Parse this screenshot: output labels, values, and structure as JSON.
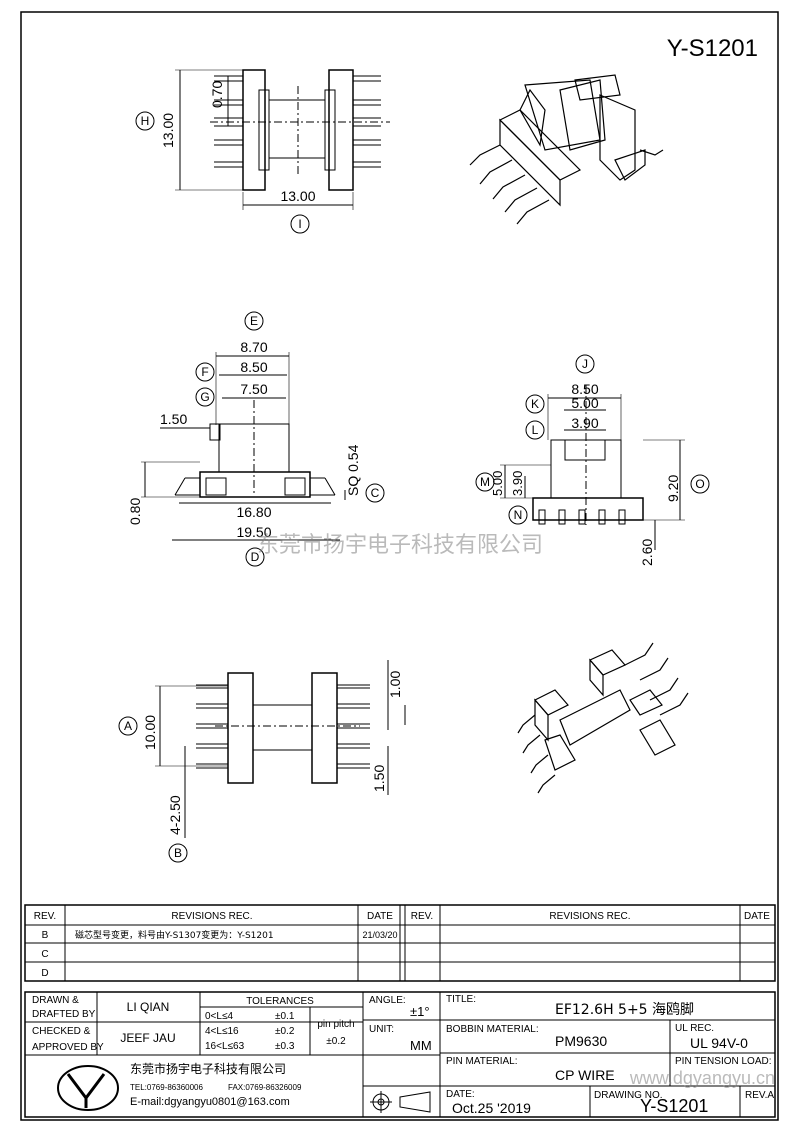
{
  "title_corner": "Y-S1201",
  "dims": {
    "top_view": {
      "h_label": "H",
      "h_value": "13.00",
      "pin_pitch": "0.70",
      "i_label": "I",
      "i_value": "13.00"
    },
    "front_view": {
      "e_label": "E",
      "e_value": "8.70",
      "f_label": "F",
      "f_value": "8.50",
      "g_label": "G",
      "g_value": "7.50",
      "flange": "1.50",
      "width": "16.80",
      "sq": "SQ 0.54",
      "c_label": "C",
      "height": "0.80",
      "total": "19.50",
      "d_label": "D"
    },
    "side_view": {
      "j_label": "J",
      "j_value": "8.50",
      "k_label": "K",
      "k_value": "5.00",
      "l_label": "L",
      "l_value": "3.90",
      "m_label": "M",
      "m_value": "5.00",
      "m_value2": "3.90",
      "n_label": "N",
      "o_label": "O",
      "o_value": "9.20",
      "pin_len": "2.60"
    },
    "bottom_view": {
      "a_label": "A",
      "a_value": "10.00",
      "spacing": "1.00",
      "pin_spacing": "1.50",
      "b_label": "B",
      "b_value": "4-2.50"
    }
  },
  "watermark": {
    "company": "东莞市扬宇电子科技有限公司",
    "url": "www.dgyangyu.cn"
  },
  "revisions": {
    "headers": {
      "rev": "REV.",
      "revisions": "REVISIONS  REC.",
      "date": "DATE"
    },
    "rows": [
      {
        "rev": "B",
        "text": "磁芯型号变更，料号由Y-S1307变更为：Y-S1201",
        "date": "21/03/20"
      },
      {
        "rev": "C",
        "text": "",
        "date": ""
      },
      {
        "rev": "D",
        "text": "",
        "date": ""
      }
    ]
  },
  "title_block": {
    "drawn_label_1": "DRAWN &",
    "drawn_label_2": "DRAFTED BY",
    "drawn_value": "LI QIAN",
    "checked_label_1": "CHECKED &",
    "checked_label_2": "APPROVED BY",
    "checked_value": "JEEF JAU",
    "tolerances_label": "TOLERANCES",
    "tol_rows": [
      {
        "range": "0<L≤4",
        "tol": "±0.1"
      },
      {
        "range": "4<L≤16",
        "tol": "±0.2"
      },
      {
        "range": "16<L≤63",
        "tol": "±0.3"
      }
    ],
    "pin_pitch_label": "pin pitch",
    "pin_pitch_value": "±0.2",
    "angle_label": "ANGLE:",
    "angle_value": "±1°",
    "unit_label": "UNIT:",
    "unit_value": "MM",
    "title_label": "TITLE:",
    "title_value": "EF12.6H 5+5 海鸥脚",
    "bobbin_label": "BOBBIN MATERIAL:",
    "bobbin_value": "PM9630",
    "ul_label": "UL REC.",
    "ul_value": "UL 94V-0",
    "pin_material_label": "PIN MATERIAL:",
    "pin_material_value": "CP WIRE",
    "pin_tension_label": "PIN TENSION LOAD:",
    "date_label": "DATE:",
    "date_value": "Oct.25 '2019",
    "drawing_no_label": "DRAWING NO.",
    "drawing_no_value": "Y-S1201",
    "rev_label": "REV.A",
    "company_name": "东莞市扬宇电子科技有限公司",
    "tel": "TEL:0769-86360006",
    "fax": "FAX:0769-86326009",
    "email": "E-mail:dgyangyu0801@163.com"
  }
}
